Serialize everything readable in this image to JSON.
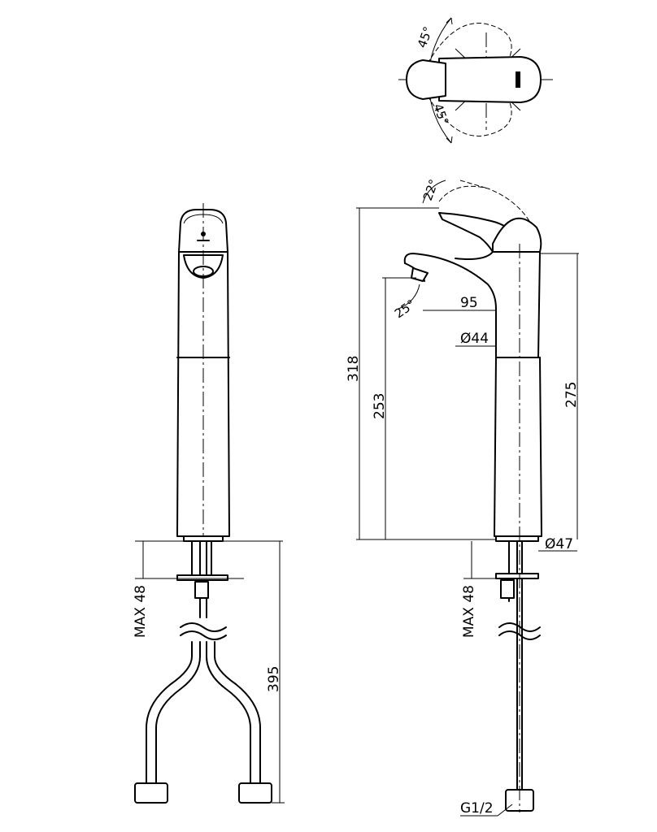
{
  "top_view": {
    "angle_top": "45°",
    "angle_bottom": "45°"
  },
  "side_view": {
    "lever_angle": "22°",
    "outlet_angle": "25°",
    "spout_reach": "95",
    "body_diameter": "Ø44",
    "base_diameter": "Ø47",
    "total_height": "318",
    "outlet_height": "253",
    "body_height": "275",
    "max_thickness": "MAX 48",
    "thread": "G1/2"
  },
  "front_view": {
    "max_thickness": "MAX 48",
    "hose_length": "395"
  }
}
